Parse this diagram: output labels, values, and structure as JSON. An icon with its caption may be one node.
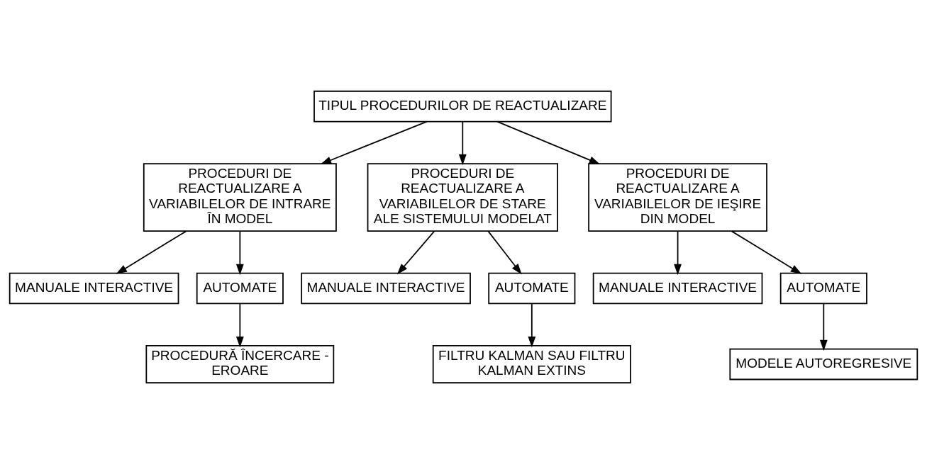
{
  "diagram": {
    "nodes": [
      {
        "text": [
          "TIPUL PROCEDURILOR DE REACTUALIZARE"
        ]
      },
      {
        "text": [
          "PROCEDURI DE REACTUALIZARE A VARIABILELOR DE INTRARE ÎN MODEL"
        ]
      },
      {
        "text": [
          "PROCEDURI DE REACTUALIZARE A VARIABILELOR DE STARE ALE SISTEMULUI MODELAT"
        ]
      },
      {
        "text": [
          "PROCEDURI DE REACTUALIZARE A VARIABILELOR DE IEŞIRE DIN MODEL"
        ]
      },
      {
        "text": [
          "MANUALE INTERACTIVE"
        ]
      },
      {
        "text": [
          "AUTOMATE"
        ]
      },
      {
        "text": [
          "MANUALE INTERACTIVE"
        ]
      },
      {
        "text": [
          "AUTOMATE"
        ]
      },
      {
        "text": [
          "MANUALE INTERACTIVE"
        ]
      },
      {
        "text": [
          "AUTOMATE"
        ]
      },
      {
        "text": [
          "PROCEDURĂ ÎNCERCARE - EROARE"
        ]
      },
      {
        "text": [
          "FILTRU KALMAN SAU FILTRU KALMAN EXTINS"
        ]
      },
      {
        "text": [
          "MODELE AUTOREGRESIVE"
        ]
      }
    ],
    "edges": [
      {
        "from": 0,
        "to": 1,
        "arrow": "to"
      },
      {
        "from": 0,
        "to": 2,
        "arrow": "to"
      },
      {
        "from": 0,
        "to": 3,
        "arrow": "to"
      },
      {
        "from": 1,
        "to": 4,
        "arrow": "to"
      },
      {
        "from": 1,
        "to": 5,
        "arrow": "to"
      },
      {
        "from": 2,
        "to": 6,
        "arrow": "to"
      },
      {
        "from": 2,
        "to": 7,
        "arrow": "to"
      },
      {
        "from": 3,
        "to": 8,
        "arrow": "to"
      },
      {
        "from": 3,
        "to": 9,
        "arrow": "to"
      },
      {
        "from": 5,
        "to": 10,
        "arrow": "to"
      },
      {
        "from": 7,
        "to": 11,
        "arrow": "to"
      },
      {
        "from": 9,
        "to": 12,
        "arrow": "to"
      }
    ]
  }
}
